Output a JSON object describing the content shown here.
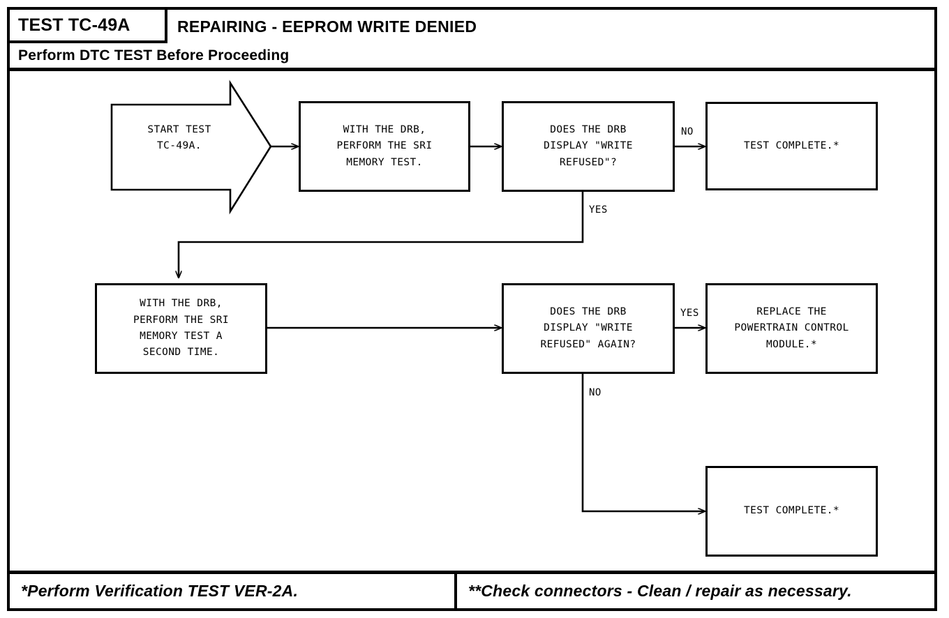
{
  "header": {
    "test_id": "TEST TC-49A",
    "title": "REPAIRING - EEPROM WRITE DENIED",
    "subtitle": "Perform DTC TEST Before Proceeding"
  },
  "flow": {
    "nodes": {
      "start": {
        "label": "START TEST\nTC-49A.",
        "shape": "arrow-pentagon"
      },
      "step1": {
        "label": "WITH THE DRB,\nPERFORM THE SRI\nMEMORY TEST.",
        "shape": "rectangle"
      },
      "decision1": {
        "label": "DOES THE DRB\nDISPLAY \"WRITE\nREFUSED\"?",
        "shape": "rectangle"
      },
      "complete1": {
        "label": "TEST COMPLETE.*",
        "shape": "rectangle"
      },
      "step2": {
        "label": "WITH THE DRB,\nPERFORM THE SRI\nMEMORY TEST A\nSECOND TIME.",
        "shape": "rectangle"
      },
      "decision2": {
        "label": "DOES THE DRB\nDISPLAY \"WRITE\nREFUSED\" AGAIN?",
        "shape": "rectangle"
      },
      "replace": {
        "label": "REPLACE THE\nPOWERTRAIN CONTROL\nMODULE.*",
        "shape": "rectangle"
      },
      "complete2": {
        "label": "TEST COMPLETE.*",
        "shape": "rectangle"
      }
    },
    "edge_labels": {
      "d1_no": "NO",
      "d1_yes": "YES",
      "d2_yes": "YES",
      "d2_no": "NO"
    }
  },
  "footer": {
    "note_left": "*Perform Verification TEST VER-2A.",
    "note_right": "**Check connectors - Clean / repair as necessary."
  },
  "colors": {
    "ink": "#000000",
    "paper": "#ffffff"
  }
}
